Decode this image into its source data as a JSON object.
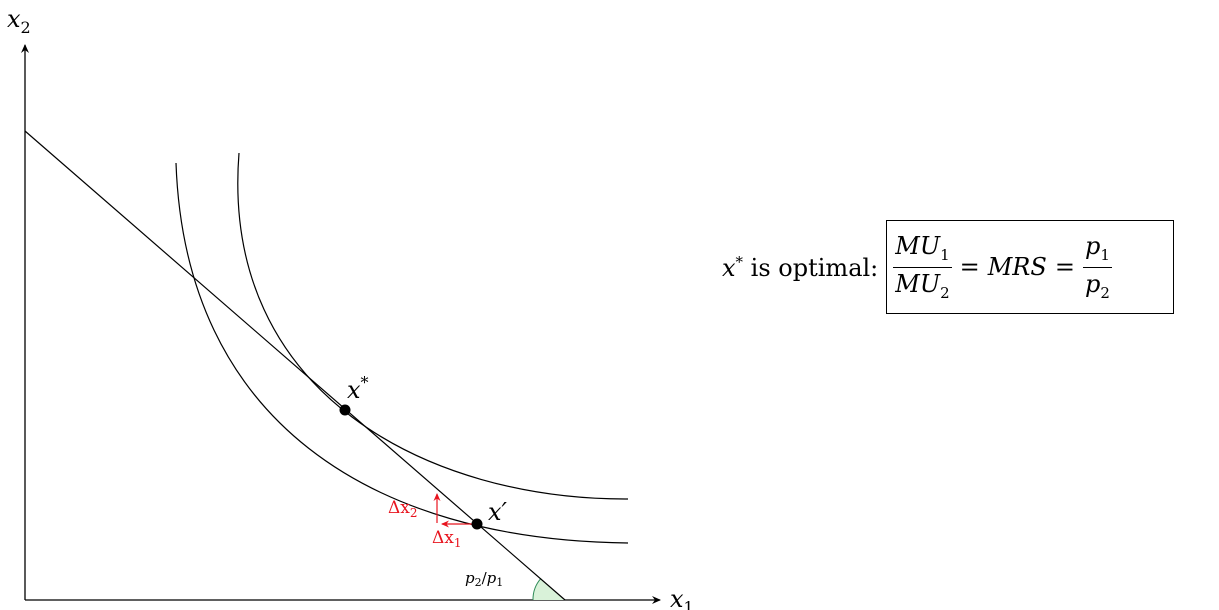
{
  "axes": {
    "y_label": "x",
    "y_label_sub": "2",
    "x_label": "x",
    "x_label_sub": "1"
  },
  "points": {
    "optimal_label": "x",
    "optimal_sup": "*",
    "alt_label": "x′"
  },
  "deltas": {
    "dx2": "Δx",
    "dx2_sub": "2",
    "dx1": "Δx",
    "dx1_sub": "1"
  },
  "slope_label": {
    "num": "p",
    "num_sub": "2",
    "den": "p",
    "den_sub": "1"
  },
  "formula": {
    "var": "x",
    "var_sup": "*",
    "prefix_text": " is optimal:",
    "left_num": "MU",
    "left_num_sub": "1",
    "left_den": "MU",
    "left_den_sub": "2",
    "eq1": "=",
    "mid": "MRS",
    "eq2": "=",
    "right_num": "p",
    "right_num_sub": "1",
    "right_den": "p",
    "right_den_sub": "2"
  },
  "colors": {
    "lines": "#000000",
    "deltas": "#e8141e",
    "angle_fill": "#d9f2d9",
    "angle_stroke": "#2e8b57"
  }
}
